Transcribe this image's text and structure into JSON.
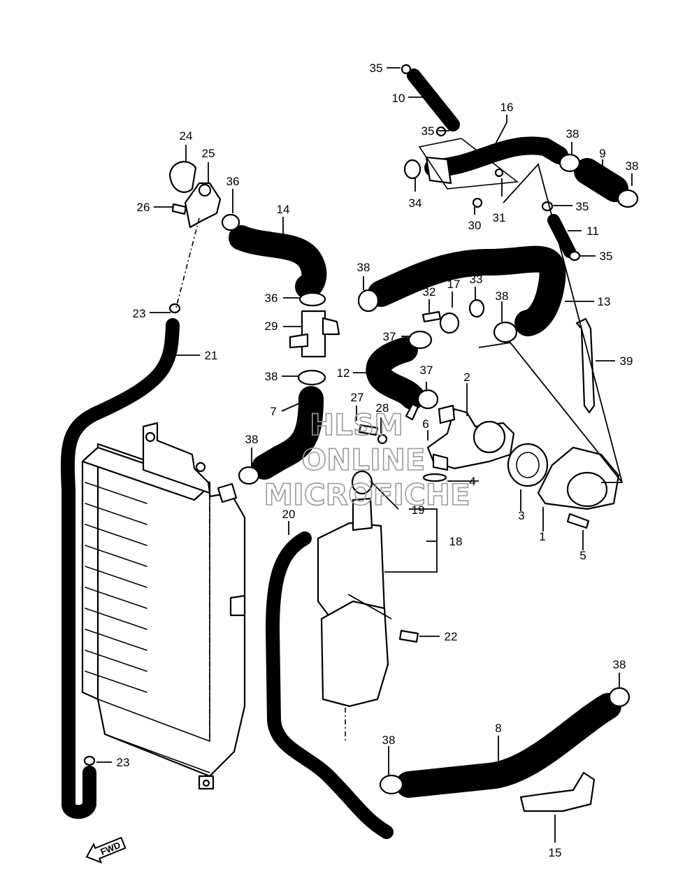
{
  "labels": [
    "1",
    "2",
    "3",
    "4",
    "5",
    "6",
    "7",
    "8",
    "9",
    "10",
    "11",
    "12",
    "13",
    "14",
    "15",
    "16",
    "17",
    "18",
    "19",
    "20",
    "21",
    "22",
    "23",
    "24",
    "25",
    "26",
    "27",
    "28",
    "29",
    "30",
    "31",
    "32",
    "33",
    "34",
    "35",
    "36",
    "37",
    "38",
    "39"
  ],
  "watermark": {
    "line1": "HLSM",
    "line2": "ONLINE",
    "line3": "MICROFICHE"
  },
  "fwd_label": "FWD"
}
